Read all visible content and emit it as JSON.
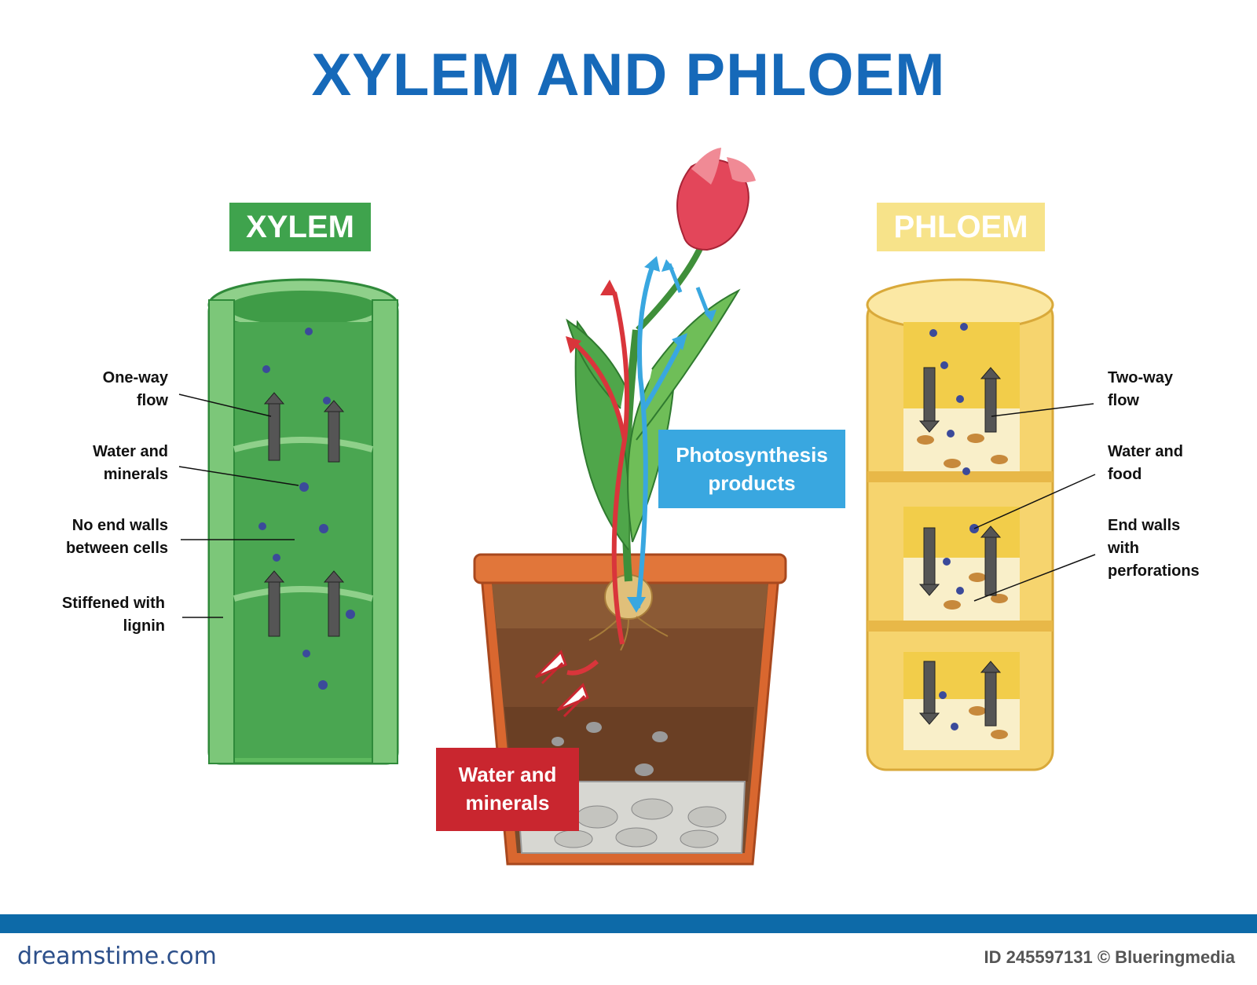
{
  "title": "XYLEM AND PHLOEM",
  "xylem": {
    "heading": "XYLEM",
    "labels": [
      [
        "One-way",
        "flow"
      ],
      [
        "Water and",
        "minerals"
      ],
      [
        "No end walls",
        "between cells"
      ],
      [
        "Stiffened with",
        "lignin"
      ]
    ]
  },
  "phloem": {
    "heading": "PHLOEM",
    "labels": [
      [
        "Two-way",
        "flow"
      ],
      [
        "Water and",
        "food"
      ],
      [
        "End walls",
        "with",
        "perforations"
      ]
    ]
  },
  "plant": {
    "photosynthesis_label": [
      "Photosynthesis",
      "products"
    ],
    "water_label": [
      "Water and",
      "minerals"
    ]
  },
  "footer": {
    "brand": "dreamstime.com",
    "id_credit": "ID 245597131 © Blueringmedia"
  },
  "colors": {
    "title": "#1669b9",
    "xylem": "#3fa34d",
    "phloem": "#f7e38a",
    "photosynthesis": "#39a7e0",
    "water": "#c9262f"
  }
}
